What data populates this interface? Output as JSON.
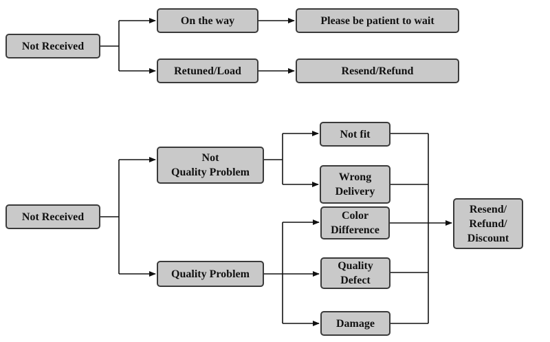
{
  "diagram_top": {
    "root": "Not Received",
    "branch_on_the_way": "On the way",
    "branch_returned": "Retuned/Load",
    "result_wait": "Please be patient to wait",
    "result_resend": "Resend/Refund"
  },
  "diagram_bottom": {
    "root": "Not Received",
    "branch_not_quality": "Not\nQuality Problem",
    "branch_quality": "Quality Problem",
    "leaf_not_fit": "Not fit",
    "leaf_wrong_delivery": "Wrong\nDelivery",
    "leaf_color_difference": "Color\nDifference",
    "leaf_quality_defect": "Quality\nDefect",
    "leaf_damage": "Damage",
    "result": "Resend/\nRefund/\nDiscount"
  },
  "colors": {
    "node_fill": "#c9c9c9",
    "node_border": "#3a3a3a",
    "line": "#111111",
    "background": "#ffffff"
  }
}
